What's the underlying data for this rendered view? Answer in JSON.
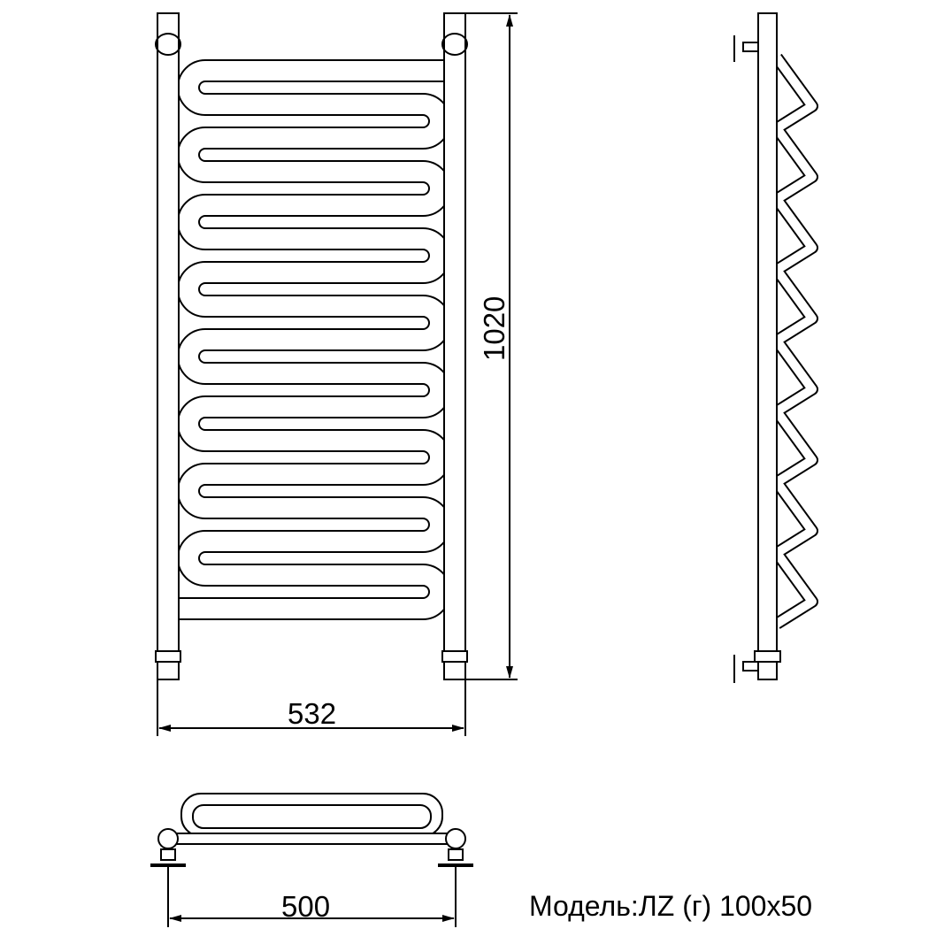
{
  "dimensions": {
    "width_total": "532",
    "height_total": "1020",
    "center_distance": "500"
  },
  "model_label": "Модель:ЛZ (г) 100х50"
}
